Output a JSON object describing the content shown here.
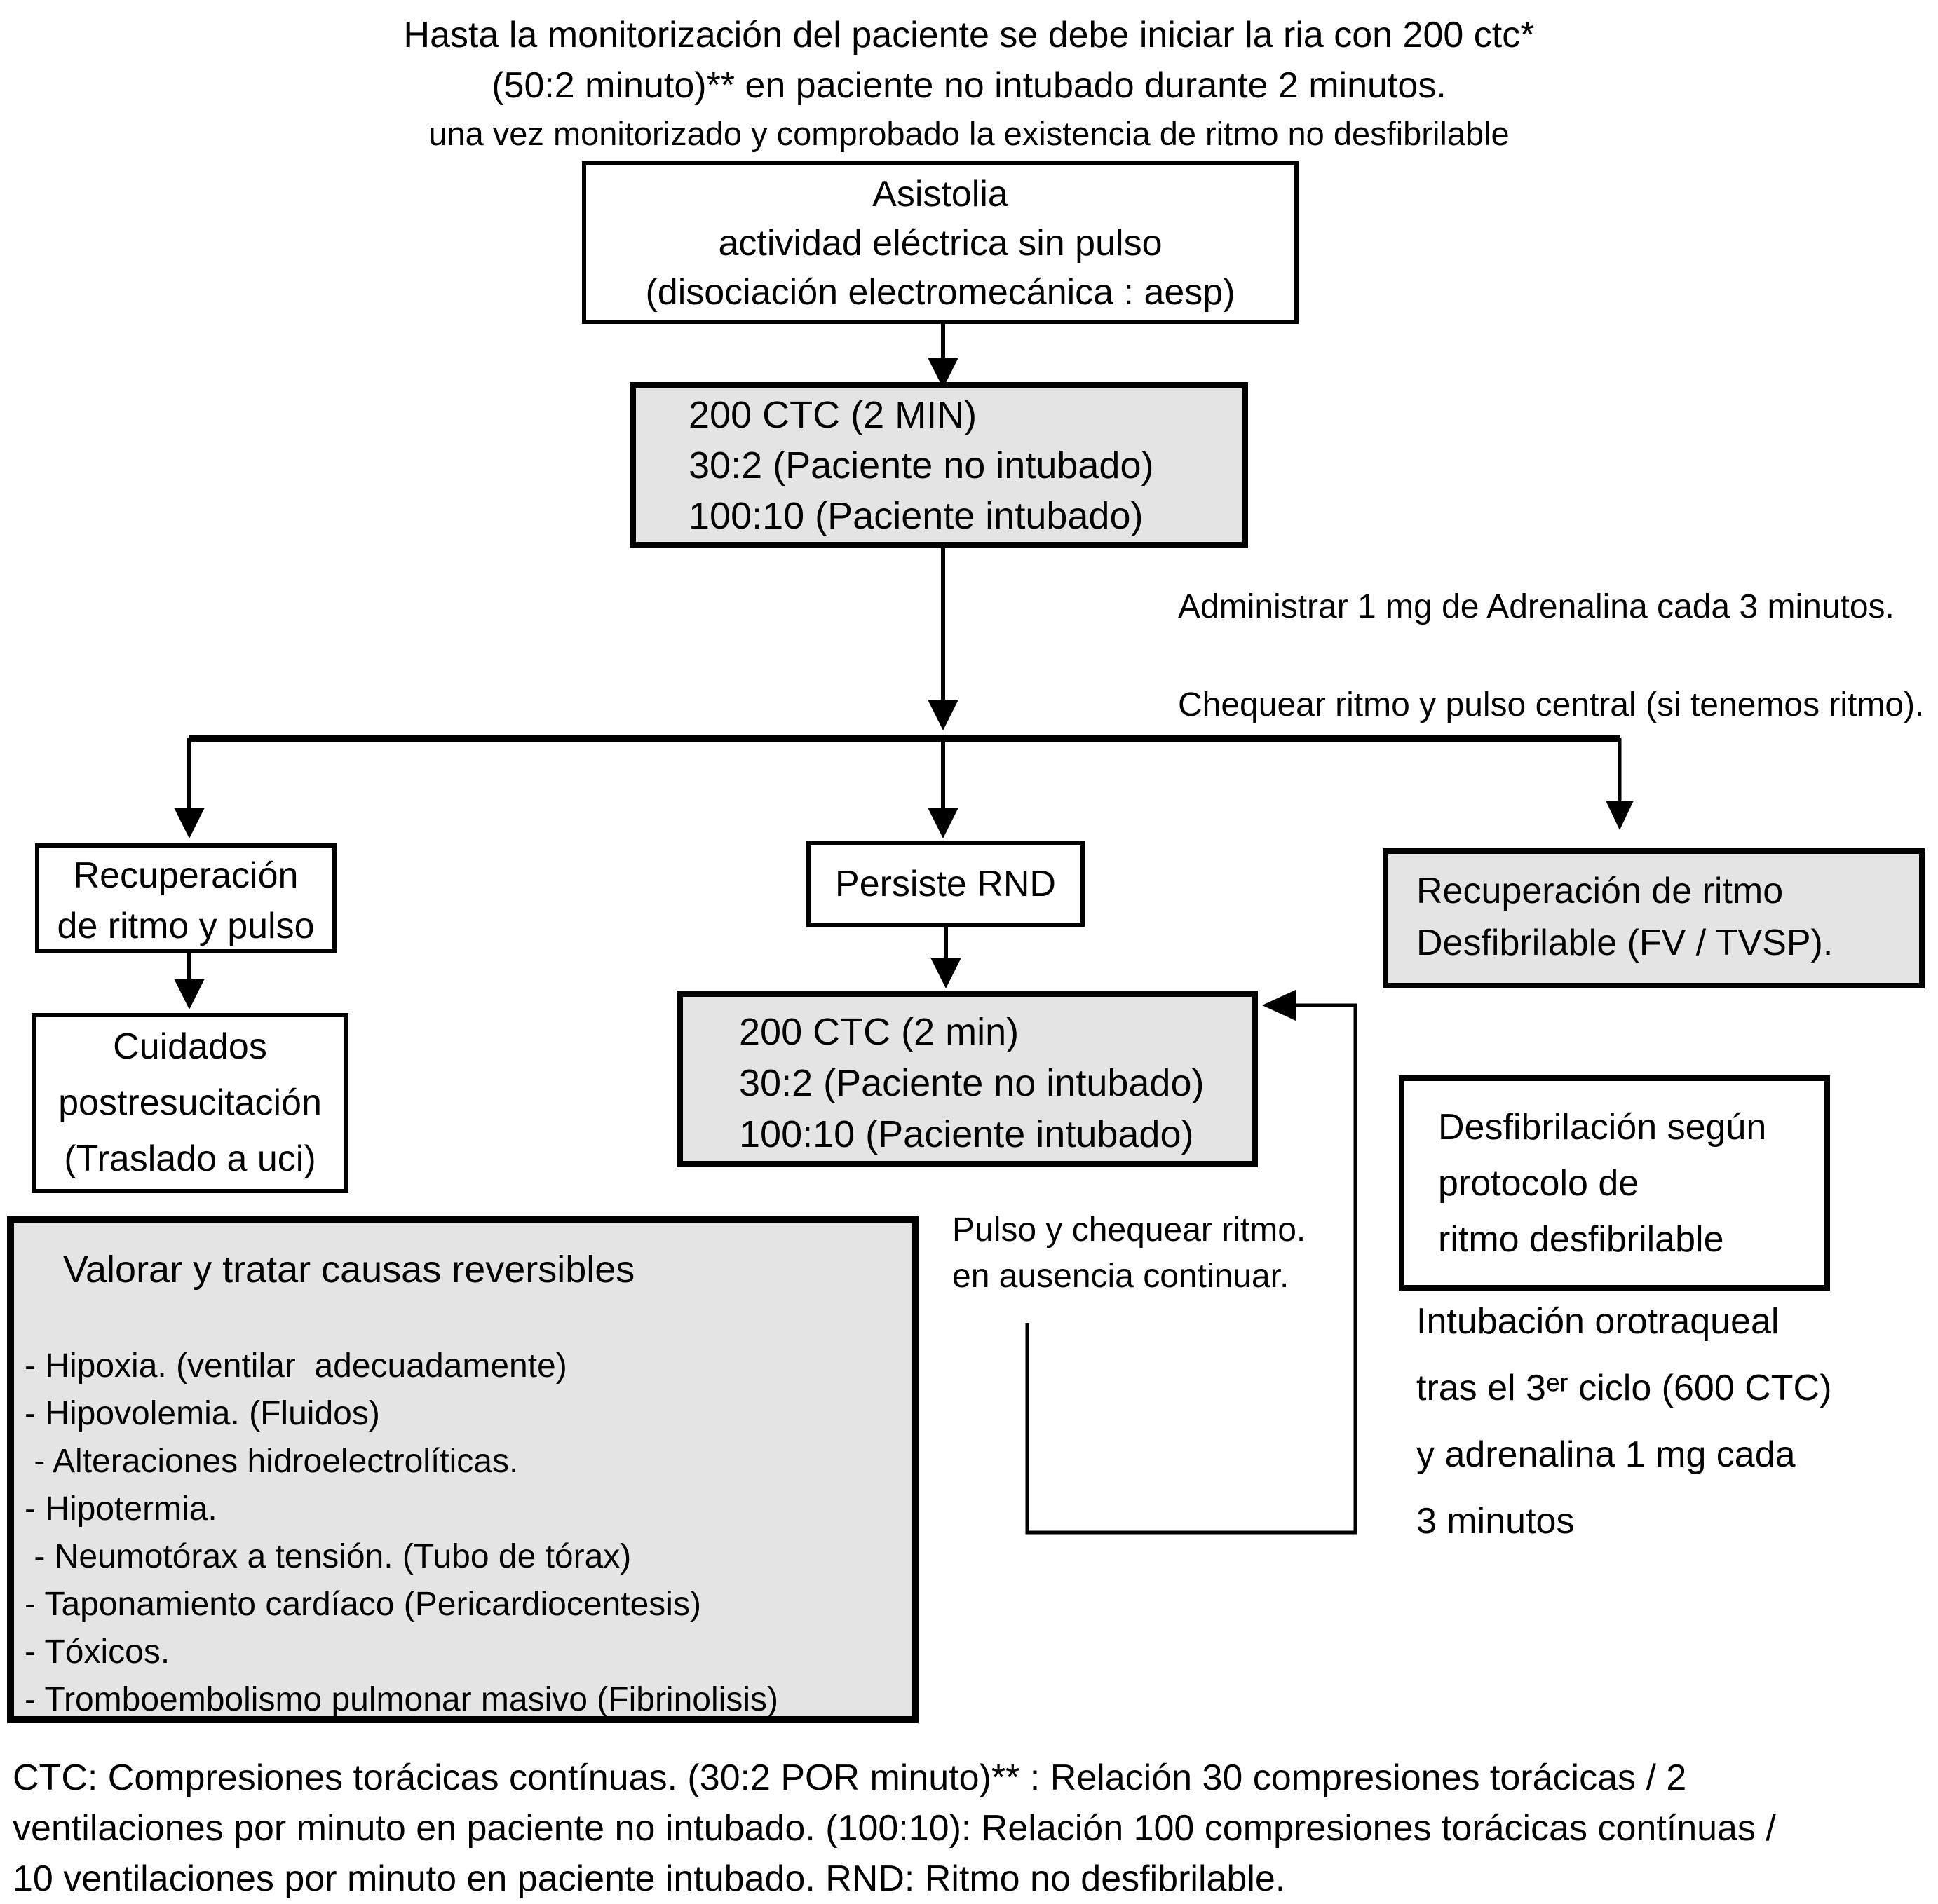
{
  "title": {
    "line1": "Hasta la monitorización del paciente se debe iniciar la ria con 200 ctc*",
    "line2": "(50:2 minuto)** en paciente no intubado durante 2 minutos.",
    "line3": "una vez monitorizado y comprobado la existencia de ritmo no desfibrilable"
  },
  "boxes": {
    "asistolia": {
      "line1": "Asistolia",
      "line2": "actividad eléctrica sin pulso",
      "line3": "(disociación electromecánica : aesp)"
    },
    "ctc_initial": {
      "line1": "200 CTC (2 MIN)",
      "line2": "30:2 (Paciente no intubado)",
      "line3": "100:10 (Paciente intubado)"
    },
    "recuperacion_ritmo_pulso": {
      "line1": "Recuperación",
      "line2": "de ritmo y pulso"
    },
    "cuidados_post": {
      "line1": "Cuidados",
      "line2": "postresucitación",
      "line3": "(Traslado a uci)"
    },
    "persiste_rnd": {
      "label": "Persiste RND"
    },
    "ctc_repeat": {
      "line1": "200 CTC (2 min)",
      "line2": "30:2 (Paciente no intubado)",
      "line3": "100:10 (Paciente intubado)"
    },
    "recuperacion_desfibrilable": {
      "line1": "Recuperación de ritmo",
      "line2": "Desfibrilable (FV / TVSP)."
    },
    "desfibrilacion": {
      "line1": "Desfibrilación según",
      "line2": "protocolo de",
      "line3": "ritmo desfibrilable"
    },
    "causas_reversibles": {
      "title": "Valorar y tratar causas reversibles",
      "items": [
        "- Hipoxia. (ventilar  adecuadamente)",
        "- Hipovolemia. (Fluidos)",
        " - Alteraciones hidroelectrolíticas.",
        "- Hipotermia.",
        " - Neumotórax a tensión. (Tubo de tórax)",
        "- Taponamiento cardíaco (Pericardiocentesis)",
        "- Tóxicos.",
        "- Tromboembolismo pulmonar masivo (Fibrinolisis)"
      ]
    }
  },
  "annotations": {
    "adrenalina": "Administrar 1 mg de Adrenalina cada 3 minutos.",
    "chequear": "Chequear ritmo y pulso central (si tenemos ritmo).",
    "pulso_line1": "Pulso y chequear ritmo.",
    "pulso_line2": "en ausencia continuar.",
    "intubacion_line1": "Intubación orotraqueal",
    "intubacion_line2": "tras el 3ᵉʳ ciclo (600 CTC)",
    "intubacion_line3": "y adrenalina 1 mg cada",
    "intubacion_line4": "3 minutos"
  },
  "footnote": {
    "line1": "CTC: Compresiones torácicas contínuas. (30:2 POR minuto)** : Relación 30 compresiones torácicas / 2",
    "line2": "ventilaciones por minuto en paciente no intubado.  (100:10): Relación 100 compresiones torácicas contínuas /",
    "line3": "10 ventilaciones por minuto en paciente intubado.  RND: Ritmo no desfibrilable."
  },
  "colors": {
    "box_fill_gray": "#e4e4e4",
    "box_fill_white": "#ffffff",
    "line_color": "#000000"
  }
}
